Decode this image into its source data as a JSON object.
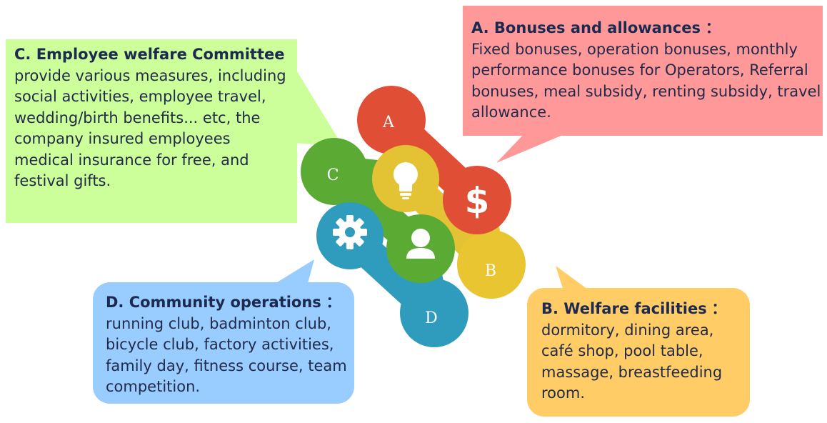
{
  "nodes": [
    {
      "letter": "A",
      "color": "#e04e36"
    },
    {
      "letter": "B",
      "color": "#e8c531"
    },
    {
      "letter": "C",
      "color": "#5aaa34"
    },
    {
      "letter": "D",
      "color": "#2f9bbd"
    }
  ],
  "inner_icons": [
    {
      "icon": "lightbulb-icon",
      "color": "#e3c233"
    },
    {
      "icon": "dollar-icon",
      "color": "#e04e36"
    },
    {
      "icon": "gear-icon",
      "color": "#2f9bbd"
    },
    {
      "icon": "person-icon",
      "color": "#5aaa34"
    }
  ],
  "boxes": {
    "c": {
      "title": "C. Employee welfare Committee",
      "body": "provide various measures, including social activities, employee travel, wedding/birth benefits... etc, the company insured employees medical insurance for free, and festival gifts.",
      "color": "#ccff99"
    },
    "a": {
      "title": "A. Bonuses and allowances",
      "separator": "：",
      "body": "Fixed bonuses, operation bonuses, monthly performance bonuses for Operators, Referral bonuses, meal subsidy, renting subsidy, travel allowance.",
      "color": "#ff9999"
    },
    "b": {
      "title": "B. Welfare facilities",
      "separator": "：",
      "body": "dormitory, dining area, café shop, pool table, massage, breastfeeding room.",
      "color": "#ffcc66"
    },
    "d": {
      "title": "D. Community operations",
      "separator": "：",
      "body": "running club, badminton club, bicycle club, factory activities, family day, fitness course, team competition.",
      "color": "#99ccff"
    }
  }
}
